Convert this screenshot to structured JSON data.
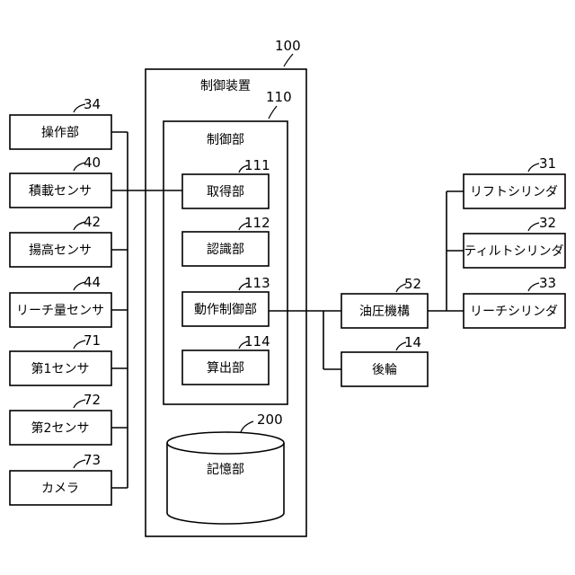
{
  "control_device": {
    "label": "制御装置",
    "ref": "100"
  },
  "control_unit": {
    "label": "制御部",
    "ref": "110"
  },
  "control_modules": [
    {
      "label": "取得部",
      "ref": "111"
    },
    {
      "label": "認識部",
      "ref": "112"
    },
    {
      "label": "動作制御部",
      "ref": "113"
    },
    {
      "label": "算出部",
      "ref": "114"
    }
  ],
  "storage": {
    "label": "記憶部",
    "ref": "200"
  },
  "inputs": [
    {
      "label": "操作部",
      "ref": "34"
    },
    {
      "label": "積載センサ",
      "ref": "40"
    },
    {
      "label": "揚高センサ",
      "ref": "42"
    },
    {
      "label": "リーチ量センサ",
      "ref": "44"
    },
    {
      "label": "第1センサ",
      "ref": "71"
    },
    {
      "label": "第2センサ",
      "ref": "72"
    },
    {
      "label": "カメラ",
      "ref": "73"
    }
  ],
  "hydraulic": {
    "label": "油圧機構",
    "ref": "52"
  },
  "rear_wheel": {
    "label": "後輪",
    "ref": "14"
  },
  "cylinders": [
    {
      "label": "リフトシリンダ",
      "ref": "31"
    },
    {
      "label": "ティルトシリンダ",
      "ref": "32"
    },
    {
      "label": "リーチシリンダ",
      "ref": "33"
    }
  ]
}
